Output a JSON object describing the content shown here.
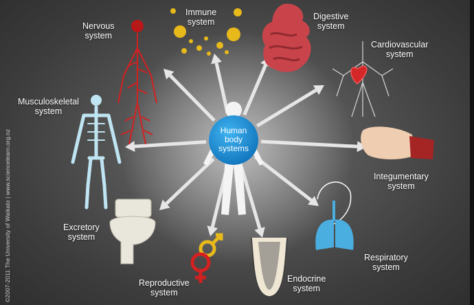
{
  "hub": {
    "label": "Human\nbody\nsystems",
    "color": "#1a8fd6"
  },
  "systems": [
    {
      "id": "nervous",
      "label": "Nervous\nsystem",
      "icon": "nervous-system-icon"
    },
    {
      "id": "immune",
      "label": "Immune\nsystem",
      "icon": "immune-cells-icon"
    },
    {
      "id": "digestive",
      "label": "Digestive\nsystem",
      "icon": "digestive-tract-icon"
    },
    {
      "id": "cardiovascular",
      "label": "Cardiovascular\nsystem",
      "icon": "heart-vessels-icon"
    },
    {
      "id": "musculoskeletal",
      "label": "Musculoskeletal\nsystem",
      "icon": "skeleton-icon"
    },
    {
      "id": "integumentary",
      "label": "Integumentary\nsystem",
      "icon": "skin-hand-icon"
    },
    {
      "id": "excretory",
      "label": "Excretory\nsystem",
      "icon": "toilet-icon"
    },
    {
      "id": "respiratory",
      "label": "Respiratory\nsystem",
      "icon": "lungs-icon"
    },
    {
      "id": "reproductive",
      "label": "Reproductive\nsystem",
      "icon": "gender-symbols-icon"
    },
    {
      "id": "endocrine",
      "label": "Endocrine\nsystem",
      "icon": "gland-cells-icon"
    }
  ],
  "credit": "©2007-2011 The University of Waikato | www.sciencelearn.org.nz",
  "colors": {
    "arrow": "#e6e6e6",
    "nerve": "#d42020",
    "immune": "#e8b91a",
    "gut": "#c9444a",
    "bone": "#bfe4f2",
    "lung": "#4aaee0"
  }
}
